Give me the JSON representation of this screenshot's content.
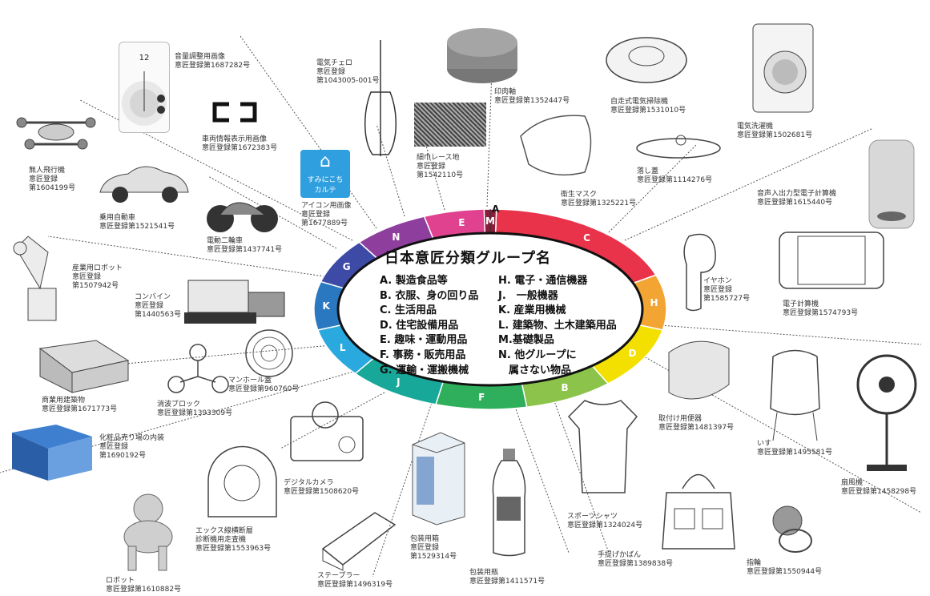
{
  "hub": {
    "title": "日本意匠分類グループ名",
    "left_items": [
      "A. 製造食品等",
      "B. 衣服、身の回り品",
      "C. 生活用品",
      "D. 住宅設備用品",
      "E. 趣味・運動用品",
      "F. 事務・販売用品",
      "G. 運輸・運搬機械"
    ],
    "right_items": [
      "H. 電子・通信機器",
      "J.　一般機器",
      "K. 産業用機械",
      "L. 建築物、土木建築用品",
      "M.基礎製品",
      "N. 他グループに",
      "　属さない物品"
    ]
  },
  "segments": [
    {
      "letter": "A",
      "color": "#ffffff"
    },
    {
      "letter": "C",
      "color": "#e8334a"
    },
    {
      "letter": "H",
      "color": "#f3a533"
    },
    {
      "letter": "D",
      "color": "#f4e000"
    },
    {
      "letter": "B",
      "color": "#8cc34a"
    },
    {
      "letter": "F",
      "color": "#2fae5c"
    },
    {
      "letter": "J",
      "color": "#18a89a"
    },
    {
      "letter": "L",
      "color": "#2aa9df"
    },
    {
      "letter": "K",
      "color": "#2a78c0"
    },
    {
      "letter": "G",
      "color": "#3d4aa6"
    },
    {
      "letter": "N",
      "color": "#8e3f9e"
    },
    {
      "letter": "E",
      "color": "#e0428f"
    },
    {
      "letter": "M",
      "color": "#8a1d3a"
    }
  ],
  "items": [
    {
      "id": "drone",
      "lines": [
        "無人飛行機",
        "意匠登録",
        "第1604199号"
      ]
    },
    {
      "id": "volume-ui",
      "lines": [
        "音量調整用画像",
        "意匠登録第1687282号"
      ]
    },
    {
      "id": "vehicle-info",
      "lines": [
        "車両情報表示用画像",
        "意匠登録第1672383号"
      ]
    },
    {
      "id": "cello",
      "lines": [
        "電気チェロ",
        "意匠登録",
        "第1043005-001号"
      ]
    },
    {
      "id": "seal-pad",
      "lines": [
        "印肉軸",
        "意匠登録第1352447号"
      ]
    },
    {
      "id": "robot-vacuum",
      "lines": [
        "自走式電気掃除機",
        "意匠登録第1531010号"
      ]
    },
    {
      "id": "washer",
      "lines": [
        "電気洗濯機",
        "意匠登録第1502681号"
      ]
    },
    {
      "id": "lace",
      "lines": [
        "細巾レース地",
        "意匠登録",
        "第1542110号"
      ]
    },
    {
      "id": "mask",
      "lines": [
        "衛生マスク",
        "意匠登録第1325221号"
      ]
    },
    {
      "id": "lid",
      "lines": [
        "落し蓋",
        "意匠登録第1114276号"
      ]
    },
    {
      "id": "car",
      "lines": [
        "乗用自動車",
        "意匠登録第1521541号"
      ]
    },
    {
      "id": "app-icon",
      "lines": [
        "アイコン用画像",
        "意匠登録",
        "第1677889号"
      ]
    },
    {
      "id": "smart-speaker",
      "lines": [
        "音声入出力型電子計算機",
        "意匠登録第1615440号"
      ]
    },
    {
      "id": "motorcycle",
      "lines": [
        "電動二輪車",
        "意匠登録第1437741号"
      ]
    },
    {
      "id": "industrial-robot",
      "lines": [
        "産業用ロボット",
        "意匠登録",
        "第1507942号"
      ]
    },
    {
      "id": "combine",
      "lines": [
        "コンバイン",
        "意匠登録",
        "第1440563号"
      ]
    },
    {
      "id": "earphone",
      "lines": [
        "イヤホン",
        "意匠登録",
        "第1585727号"
      ]
    },
    {
      "id": "console",
      "lines": [
        "電子計算機",
        "意匠登録第1574793号"
      ]
    },
    {
      "id": "manhole",
      "lines": [
        "マンホール蓋",
        "意匠登録第960760号"
      ]
    },
    {
      "id": "commercial-building",
      "lines": [
        "商業用建築物",
        "意匠登録第1671773号"
      ]
    },
    {
      "id": "wave-block",
      "lines": [
        "消波ブロック",
        "意匠登録第1393309号"
      ]
    },
    {
      "id": "toilet",
      "lines": [
        "取付け用便器",
        "意匠登録第1481397号"
      ]
    },
    {
      "id": "chair",
      "lines": [
        "いす",
        "意匠登録第1495581号"
      ]
    },
    {
      "id": "fan",
      "lines": [
        "扇風機",
        "意匠登録第1458298号"
      ]
    },
    {
      "id": "cosmetics-store",
      "lines": [
        "化粧品売り場の内装",
        "意匠登録",
        "第1690192号"
      ]
    },
    {
      "id": "camera",
      "lines": [
        "デジタルカメラ",
        "意匠登録第1508620号"
      ]
    },
    {
      "id": "ct-scanner",
      "lines": [
        "エックス線横断層",
        "診断機用走査機",
        "意匠登録第1553963号"
      ]
    },
    {
      "id": "package-box",
      "lines": [
        "包装用箱",
        "意匠登録",
        "第1529314号"
      ]
    },
    {
      "id": "bottle",
      "lines": [
        "包装用瓶",
        "意匠登録第1411571号"
      ]
    },
    {
      "id": "sports-shirt",
      "lines": [
        "スポーツシャツ",
        "意匠登録第1324024号"
      ]
    },
    {
      "id": "handbag",
      "lines": [
        "手提げかばん",
        "意匠登録第1389838号"
      ]
    },
    {
      "id": "ring",
      "lines": [
        "指輪",
        "意匠登録第1550944号"
      ]
    },
    {
      "id": "stapler",
      "lines": [
        "ステープラー",
        "意匠登録第1496319号"
      ]
    },
    {
      "id": "robot-dog",
      "lines": [
        "ロボット",
        "意匠登録第1610882号"
      ]
    }
  ],
  "icon_tile": {
    "lines": [
      "すみにこち",
      "カルテ"
    ],
    "color": "#2f9fe0"
  },
  "volume_ui": {
    "value": "12"
  }
}
